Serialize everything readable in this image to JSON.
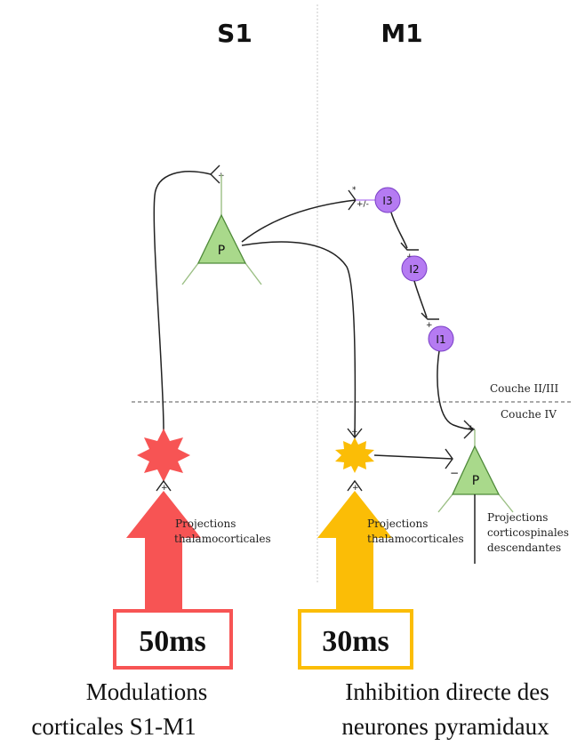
{
  "headers": {
    "left": "S1",
    "right": "M1"
  },
  "cells": {
    "s1_pyramidal": "P",
    "m1_pyramidal": "P",
    "interneurons": [
      "I3",
      "I2",
      "I1"
    ]
  },
  "layers": {
    "upper": "Couche II/III",
    "lower": "Couche IV"
  },
  "signs": {
    "plus": "+",
    "minus": "−",
    "mod": "*",
    "plus_minus": "+/-"
  },
  "projections": {
    "s1_thalamic": [
      "Projections",
      "thalamocorticales"
    ],
    "m1_thalamic": [
      "Projections",
      "thalamocorticales"
    ],
    "corticospinal": [
      "Projections",
      "corticospinales",
      "descendantes"
    ]
  },
  "timings": {
    "left": "50ms",
    "right": "30ms"
  },
  "captions": {
    "left": [
      "Modulations",
      "corticales S1-M1"
    ],
    "right": [
      "Inhibition directe des",
      "neurones pyramidaux"
    ]
  },
  "colors": {
    "s1_arrow": "#f75454",
    "m1_arrow": "#fbbd06",
    "pyramidal": "#a9d98b",
    "pyramidal_stroke": "#4f8a3a",
    "interneuron": "#b57bf2",
    "interneuron_stroke": "#7a3fc7"
  }
}
